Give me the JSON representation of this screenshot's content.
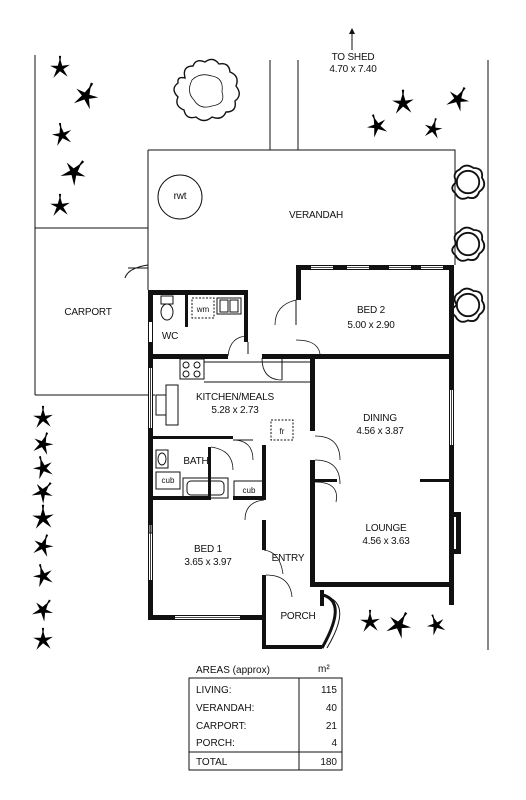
{
  "annotations": {
    "to_shed_title": "TO SHED",
    "to_shed_size": "4.70 x 7.40",
    "rwt": "rwt",
    "verandah": "VERANDAH",
    "carport": "CARPORT",
    "wc": "WC",
    "wm": "wm",
    "fr": "fr",
    "cub": "cub",
    "bath": "BATH",
    "entry": "ENTRY",
    "porch": "PORCH"
  },
  "rooms": [
    {
      "id": "bed2",
      "name": "BED 2",
      "size": "5.00 x 2.90"
    },
    {
      "id": "kitchen",
      "name": "KITCHEN/MEALS",
      "size": "5.28 x 2.73"
    },
    {
      "id": "dining",
      "name": "DINING",
      "size": "4.56 x 3.87"
    },
    {
      "id": "lounge",
      "name": "LOUNGE",
      "size": "4.56 x 3.63"
    },
    {
      "id": "bed1",
      "name": "BED 1",
      "size": "3.65 x 3.97"
    }
  ],
  "areas_table": {
    "title": "AREAS (approx)",
    "unit": "m²",
    "rows": [
      {
        "label": "LIVING:",
        "value": "115"
      },
      {
        "label": "VERANDAH:",
        "value": "40"
      },
      {
        "label": "CARPORT:",
        "value": "21"
      },
      {
        "label": "PORCH:",
        "value": "4"
      }
    ],
    "total_label": "TOTAL",
    "total_value": "180"
  }
}
